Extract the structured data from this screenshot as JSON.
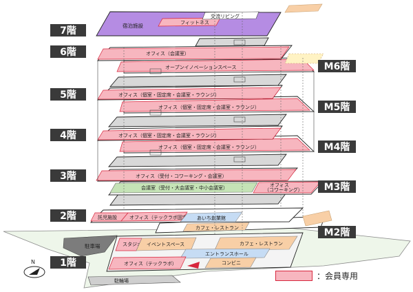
{
  "floors": {
    "f7": "7階",
    "f6": "6階",
    "f5": "5階",
    "f4": "4階",
    "f3": "3階",
    "f2": "2階",
    "f1": "1階",
    "m6": "M6階",
    "m5": "M5階",
    "m4": "M4階",
    "m3": "M3階",
    "m2": "M2階"
  },
  "zones": {
    "lodging": "宿泊施設",
    "fitness": "フィットネス",
    "living": "交流リビング",
    "f6_office": "オフィス（会議室）",
    "m6_open": "オープンイノベーションスペース",
    "f5_office": "オフィス（個室・固定席・会議室・ラウンジ）",
    "m5_office": "オフィス（個室・固定席・会議室・ラウンジ）",
    "f4_office": "オフィス（個室・固定席・会議室・ラウンジ）",
    "m4_office": "オフィス（個室・固定席・会議室・ラウンジ）",
    "f3_office": "オフィス（受付・コワーキング・会議室）",
    "m3_meeting": "会議室（受付・大会議室・中小会議室）",
    "m3_cowork_1": "オフィス",
    "m3_cowork_2": "（コワーキング）",
    "childcare": "託児施設",
    "f2_office": "オフィス（テックラボ固定席）",
    "aichi": "あいち創業館",
    "m2_cafe": "カフェ・レストラン",
    "parking": "駐車場",
    "studio": "スタジオ",
    "event": "イベントスペース",
    "cafe": "カフェ・レストラン",
    "entrance": "エントランスホール",
    "conveni": "コンビニ",
    "f1_office": "オフィス（テックラボ）",
    "bicycle": "駐輪場"
  },
  "legend": {
    "label": "：会員専用",
    "color": "#f7b6bf"
  },
  "compass": {
    "label": "N"
  },
  "colors": {
    "member": "#f7b6bf",
    "member_stroke": "#d7263d",
    "lodging": "#b58ce3",
    "green": "#c5e3b6",
    "orange": "#f8cfa6",
    "blue": "#c6dcf4",
    "grey": "#c8c8c8",
    "dark": "#3a3a3a"
  }
}
